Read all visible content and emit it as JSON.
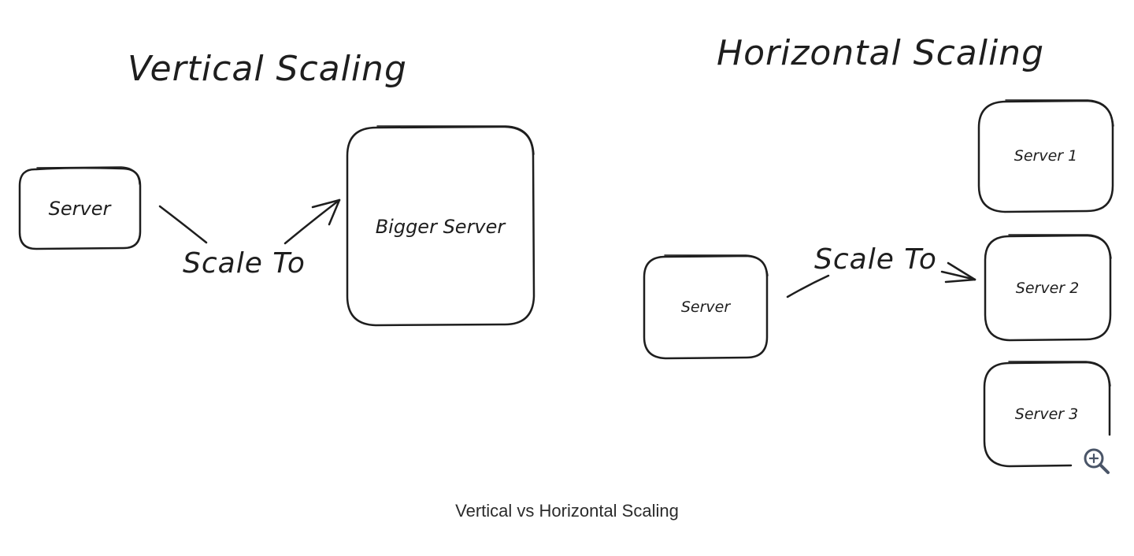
{
  "diagram": {
    "vertical": {
      "title": "Vertical Scaling",
      "source_label": "Server",
      "target_label": "Bigger Server",
      "arrow_label": "Scale To"
    },
    "horizontal": {
      "title": "Horizontal Scaling",
      "source_label": "Server",
      "arrow_label": "Scale To",
      "targets": [
        "Server 1",
        "Server 2",
        "Server 3"
      ]
    }
  },
  "caption": "Vertical vs Horizontal Scaling",
  "controls": {
    "zoom_icon": "zoom-in-magnifier-icon"
  },
  "colors": {
    "ink": "#1e1e1e",
    "caption": "#2b2b2b",
    "icon": "#4a5568",
    "background": "#ffffff"
  }
}
